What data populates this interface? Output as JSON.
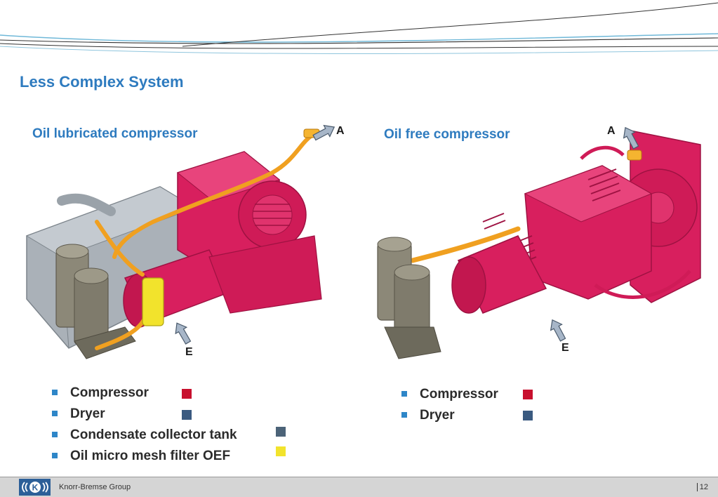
{
  "slide": {
    "title": "Less Complex System"
  },
  "left_panel": {
    "heading": "Oil lubricated compressor",
    "label_a": "A",
    "label_e": "E",
    "legend": [
      {
        "label": "Compressor",
        "color": "#c8102e"
      },
      {
        "label": "Dryer",
        "color": "#3a5a80"
      },
      {
        "label": "Condensate collector tank",
        "color": "#4c6378"
      },
      {
        "label": "Oil micro mesh filter OEF",
        "color": "#f2e32c"
      }
    ]
  },
  "right_panel": {
    "heading": "Oil free compressor",
    "label_a": "A",
    "label_e": "E",
    "legend": [
      {
        "label": "Compressor",
        "color": "#c8102e"
      },
      {
        "label": "Dryer",
        "color": "#3a5a80"
      }
    ]
  },
  "footer": {
    "company": "Knorr-Bremse Group",
    "page_number": "12",
    "logo_icon": "knorr-bremse-logo-icon"
  },
  "colors": {
    "accent_blue": "#2e7bbf",
    "bullet_blue": "#2e86c8",
    "machine_magenta": "#d81f5e",
    "pipe_orange": "#f0a020",
    "housing_grey": "#a9b0b6",
    "dryer_grey": "#8c8878",
    "arrow_fill": "#a7b6c8"
  }
}
